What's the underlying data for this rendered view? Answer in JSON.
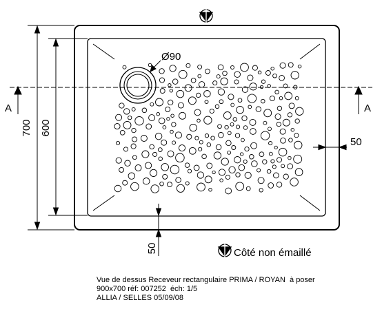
{
  "dimensions": {
    "outer_height": "700",
    "inner_height": "600",
    "drain_diameter": "Ø90",
    "side_margin": "50",
    "bottom_margin": "50"
  },
  "section": {
    "left": "A",
    "right": "A"
  },
  "legend": {
    "label": "Côté non émaillé"
  },
  "title_block": {
    "line1": "Vue de dessus Receveur rectangulaire PRIMA / ROYAN  à poser",
    "line2": "900x700 réf: 007252  éch: 1/5",
    "line3": "ALLIA / SELLES 05/09/08"
  },
  "icons": {
    "unenamelled_side": "triangle-in-circle-icon"
  }
}
